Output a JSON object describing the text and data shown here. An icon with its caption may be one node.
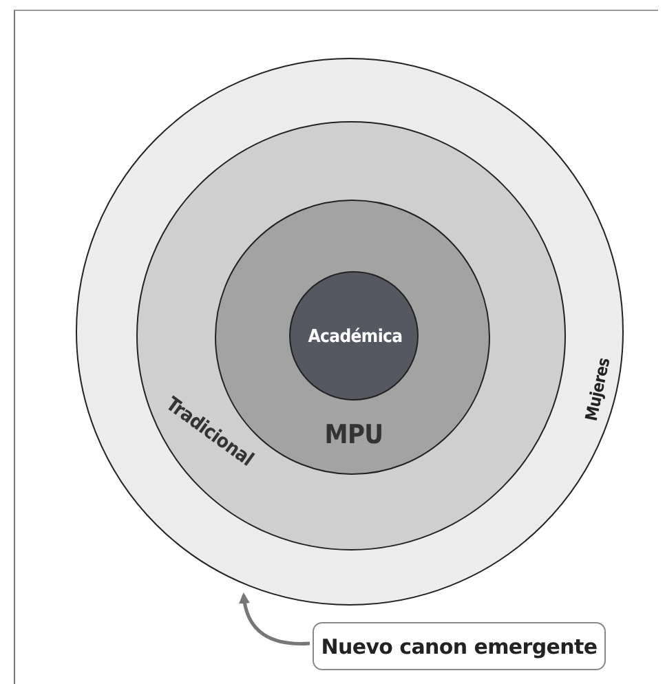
{
  "diagram": {
    "nodes": [
      {
        "text": [
          "Mujeres"
        ]
      },
      {
        "text": [
          "Tradicional"
        ],
        "in": 0
      },
      {
        "text": [
          "MPU"
        ],
        "in": 1
      },
      {
        "text": [
          "Académica"
        ],
        "in": 2
      },
      {
        "text": [
          "Nuevo canon emergente"
        ]
      }
    ],
    "edges": [
      {
        "from": 4,
        "to": 0,
        "arrow": "to",
        "color": "#777777"
      }
    ]
  }
}
